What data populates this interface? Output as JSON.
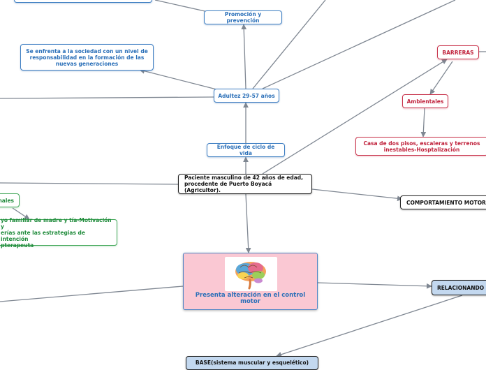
{
  "nodes": {
    "promocion": "Promoción y prevención",
    "sociedad": "Se enfrenta a la sociedad con un nivel de responsabilidad en la formación de las nuevas generaciones",
    "adultez": "Adultez 29-57 años",
    "enfoque": "Enfoque de ciclo de vida",
    "paciente": "Paciente masculino de 42 años de edad, procedente de Puerto Boyacá (Agricultor).",
    "barreras": "BARRERAS",
    "ambientales": "Ambientales",
    "casa": "Casa de dos pisos, escaleras y terrenos inestables-Hosptalización",
    "comportamiento": "COMPORTAMIENTO MOTOR",
    "relacionando": "RELACIONANDO",
    "base": "BASE(sistema muscular y esquelético)",
    "personales": "nales",
    "apoyo": "yo familiar de madre y tía-Motivación y\nerías ante las estrategias de intención\npterapeuta",
    "central_title": "Presenta alteración en el control motor"
  },
  "central_image": "brain-illustration",
  "colors": {
    "blue": "#3f7fc3",
    "red": "#c8344c",
    "green": "#43a85a",
    "central_fill": "#fac8d3",
    "relacionando_fill": "#c3d8ef",
    "connector": "#7f8792"
  }
}
